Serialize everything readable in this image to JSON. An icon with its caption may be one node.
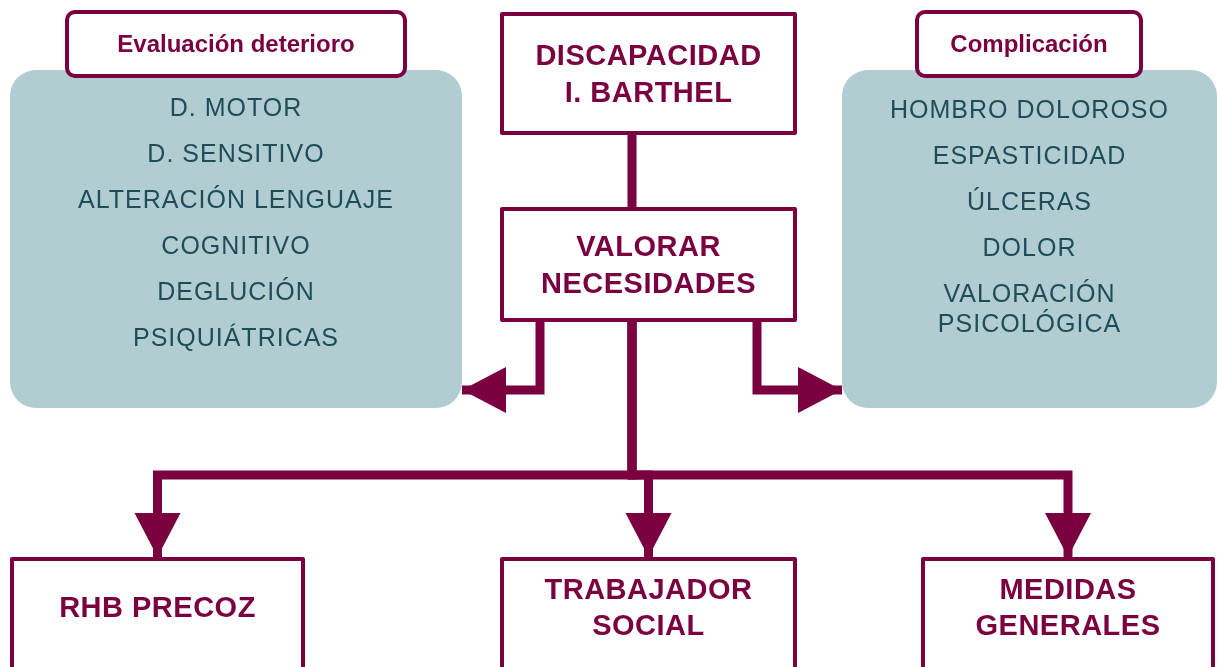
{
  "diagram": {
    "nodes": [
      {
        "text": [
          "Evaluación deterioro"
        ]
      },
      {
        "text": [
          "D. MOTOR",
          "D. SENSITIVO",
          "ALTERACIÓN LENGUAJE",
          "COGNITIVO",
          "DEGLUCIÓN",
          "PSIQUIÁTRICAS"
        ]
      },
      {
        "text": [
          "DISCAPACIDAD I. BARTHEL"
        ]
      },
      {
        "text": [
          "Complicación"
        ]
      },
      {
        "text": [
          "HOMBRO DOLOROSO",
          "ESPASTICIDAD",
          "ÚLCERAS",
          "DOLOR",
          "VALORACIÓN PSICOLÓGICA"
        ]
      },
      {
        "text": [
          "VALORAR NECESIDADES"
        ]
      },
      {
        "text": [
          "RHB PRECOZ"
        ]
      },
      {
        "text": [
          "TRABAJADOR SOCIAL"
        ]
      },
      {
        "text": [
          "MEDIDAS GENERALES"
        ]
      }
    ],
    "edges": [
      {
        "from": 2,
        "to": 5,
        "arrow": "none"
      },
      {
        "from": 5,
        "to": 1,
        "arrow": "to"
      },
      {
        "from": 5,
        "to": 4,
        "arrow": "to"
      },
      {
        "from": 5,
        "to": 6,
        "arrow": "to"
      },
      {
        "from": 5,
        "to": 7,
        "arrow": "to"
      },
      {
        "from": 5,
        "to": 8,
        "arrow": "to"
      }
    ]
  }
}
